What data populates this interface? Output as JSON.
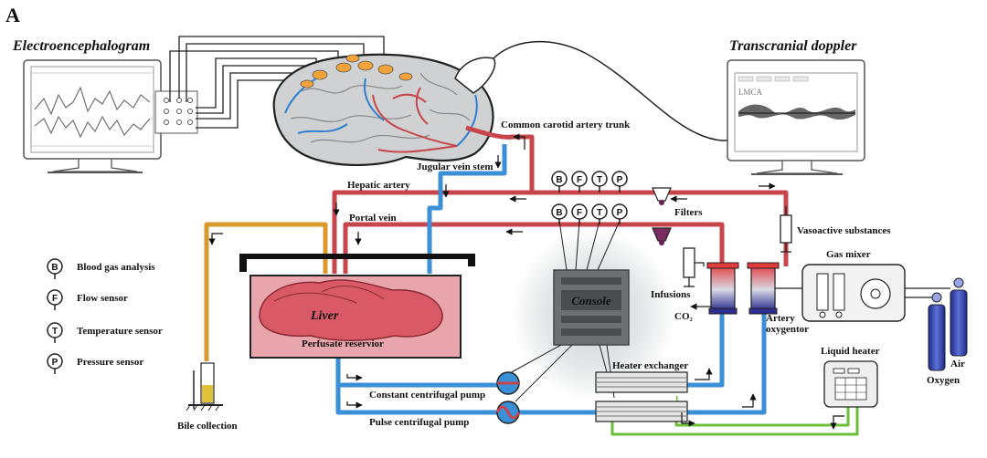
{
  "panel_letter": "A",
  "titles": {
    "eeg": "Electroencephalogram",
    "tcd": "Transcranial doppler"
  },
  "monitor": {
    "lmca": "LMCA"
  },
  "vessels": {
    "carotid": "Common carotid artery trunk",
    "jugular": "Jugular vein stem",
    "hepatic": "Hepatic artery",
    "portal": "Portal vein"
  },
  "sensor_letters": [
    "B",
    "F",
    "T",
    "P"
  ],
  "legend": [
    {
      "letter": "B",
      "label": "Blood gas analysis"
    },
    {
      "letter": "F",
      "label": "Flow sensor"
    },
    {
      "letter": "T",
      "label": "Temperature sensor"
    },
    {
      "letter": "P",
      "label": "Pressure sensor"
    }
  ],
  "components": {
    "filters": "Filters",
    "vasoactive": "Vasoactive substances",
    "gas_mixer": "Gas mixer",
    "infusions": "Infusions",
    "co2": "CO₂",
    "artery_oxygenator_1": "Artery",
    "artery_oxygenator_2": "oxygentor",
    "console": "Console",
    "liver": "Liver",
    "reservoir": "Perfusate reservior",
    "heater_exchanger": "Heater exchanger",
    "constant_pump": "Constant centrifugal pump",
    "pulse_pump": "Pulse centrifugal pump",
    "liquid_heater": "Liquid heater",
    "bile": "Bile collection",
    "oxygen": "Oxygen",
    "air": "Air"
  },
  "colors": {
    "artery": "#c8454c",
    "vein": "#3b8fd6",
    "bile": "#d99a2b",
    "water": "#6cbf3a"
  }
}
